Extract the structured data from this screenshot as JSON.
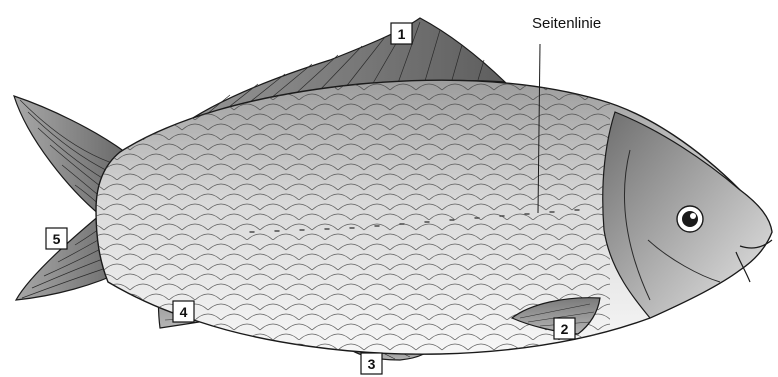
{
  "diagram": {
    "subject": "carp anatomy",
    "labels": {
      "lateral_line": "Seitenlinie",
      "fin_1": "1",
      "fin_2": "2",
      "fin_3": "3",
      "fin_4": "4",
      "fin_5": "5"
    },
    "colors": {
      "outline": "#1a1a1a",
      "fin_dark": "#6f6f6f",
      "fin_light": "#c9c9c9",
      "body_light": "#f2f2f2",
      "body_mid": "#bdbdbd",
      "body_dark": "#8a8a8a",
      "head_dark": "#7a7a7a",
      "scale_line": "#3a3a3a"
    }
  }
}
